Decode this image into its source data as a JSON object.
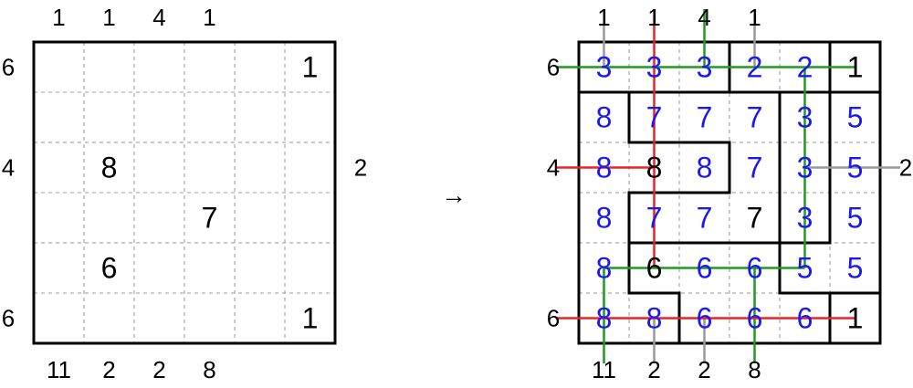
{
  "left_puzzle": {
    "clues": {
      "top": [
        "1",
        "1",
        "4",
        "1",
        "",
        ""
      ],
      "bottom": [
        "11",
        "2",
        "2",
        "8",
        "",
        ""
      ],
      "left": [
        "6",
        "",
        "4",
        "",
        "",
        "6"
      ],
      "right": [
        "",
        "",
        "2",
        "",
        "",
        ""
      ]
    },
    "givens": [
      [
        "",
        "",
        "",
        "",
        "",
        "1"
      ],
      [
        "",
        "",
        "",
        "",
        "",
        ""
      ],
      [
        "",
        "8",
        "",
        "",
        "",
        ""
      ],
      [
        "",
        "",
        "",
        "7",
        "",
        ""
      ],
      [
        "",
        "6",
        "",
        "",
        "",
        ""
      ],
      [
        "",
        "",
        "",
        "",
        "",
        "1"
      ]
    ]
  },
  "arrow_glyph": "→",
  "right_puzzle": {
    "clues": {
      "top": [
        "1",
        "1",
        "4",
        "1",
        "",
        ""
      ],
      "bottom": [
        "11",
        "2",
        "2",
        "8",
        "",
        ""
      ],
      "left": [
        "6",
        "",
        "4",
        "",
        "",
        "6"
      ],
      "right": [
        "",
        "",
        "2",
        "",
        "",
        ""
      ]
    },
    "grid": [
      [
        "3",
        "3",
        "3",
        "2",
        "2",
        "1"
      ],
      [
        "8",
        "7",
        "7",
        "7",
        "3",
        "5"
      ],
      [
        "8",
        "8",
        "8",
        "7",
        "3",
        "5"
      ],
      [
        "8",
        "7",
        "7",
        "7",
        "3",
        "5"
      ],
      [
        "8",
        "6",
        "6",
        "6",
        "5",
        "5"
      ],
      [
        "8",
        "8",
        "6",
        "6",
        "6",
        "1"
      ]
    ],
    "given_mask": [
      [
        0,
        0,
        0,
        0,
        0,
        1
      ],
      [
        0,
        0,
        0,
        0,
        0,
        0
      ],
      [
        0,
        1,
        0,
        0,
        0,
        0
      ],
      [
        0,
        0,
        0,
        1,
        0,
        0
      ],
      [
        0,
        1,
        0,
        0,
        0,
        0
      ],
      [
        0,
        0,
        0,
        0,
        0,
        1
      ]
    ]
  },
  "colors": {
    "given": "#000000",
    "solved": "#1a1aee",
    "red_line": "#ee2222",
    "green_line": "#229922",
    "gray_line": "#999999",
    "grid_border": "#000000",
    "grid_dash": "#999999"
  }
}
